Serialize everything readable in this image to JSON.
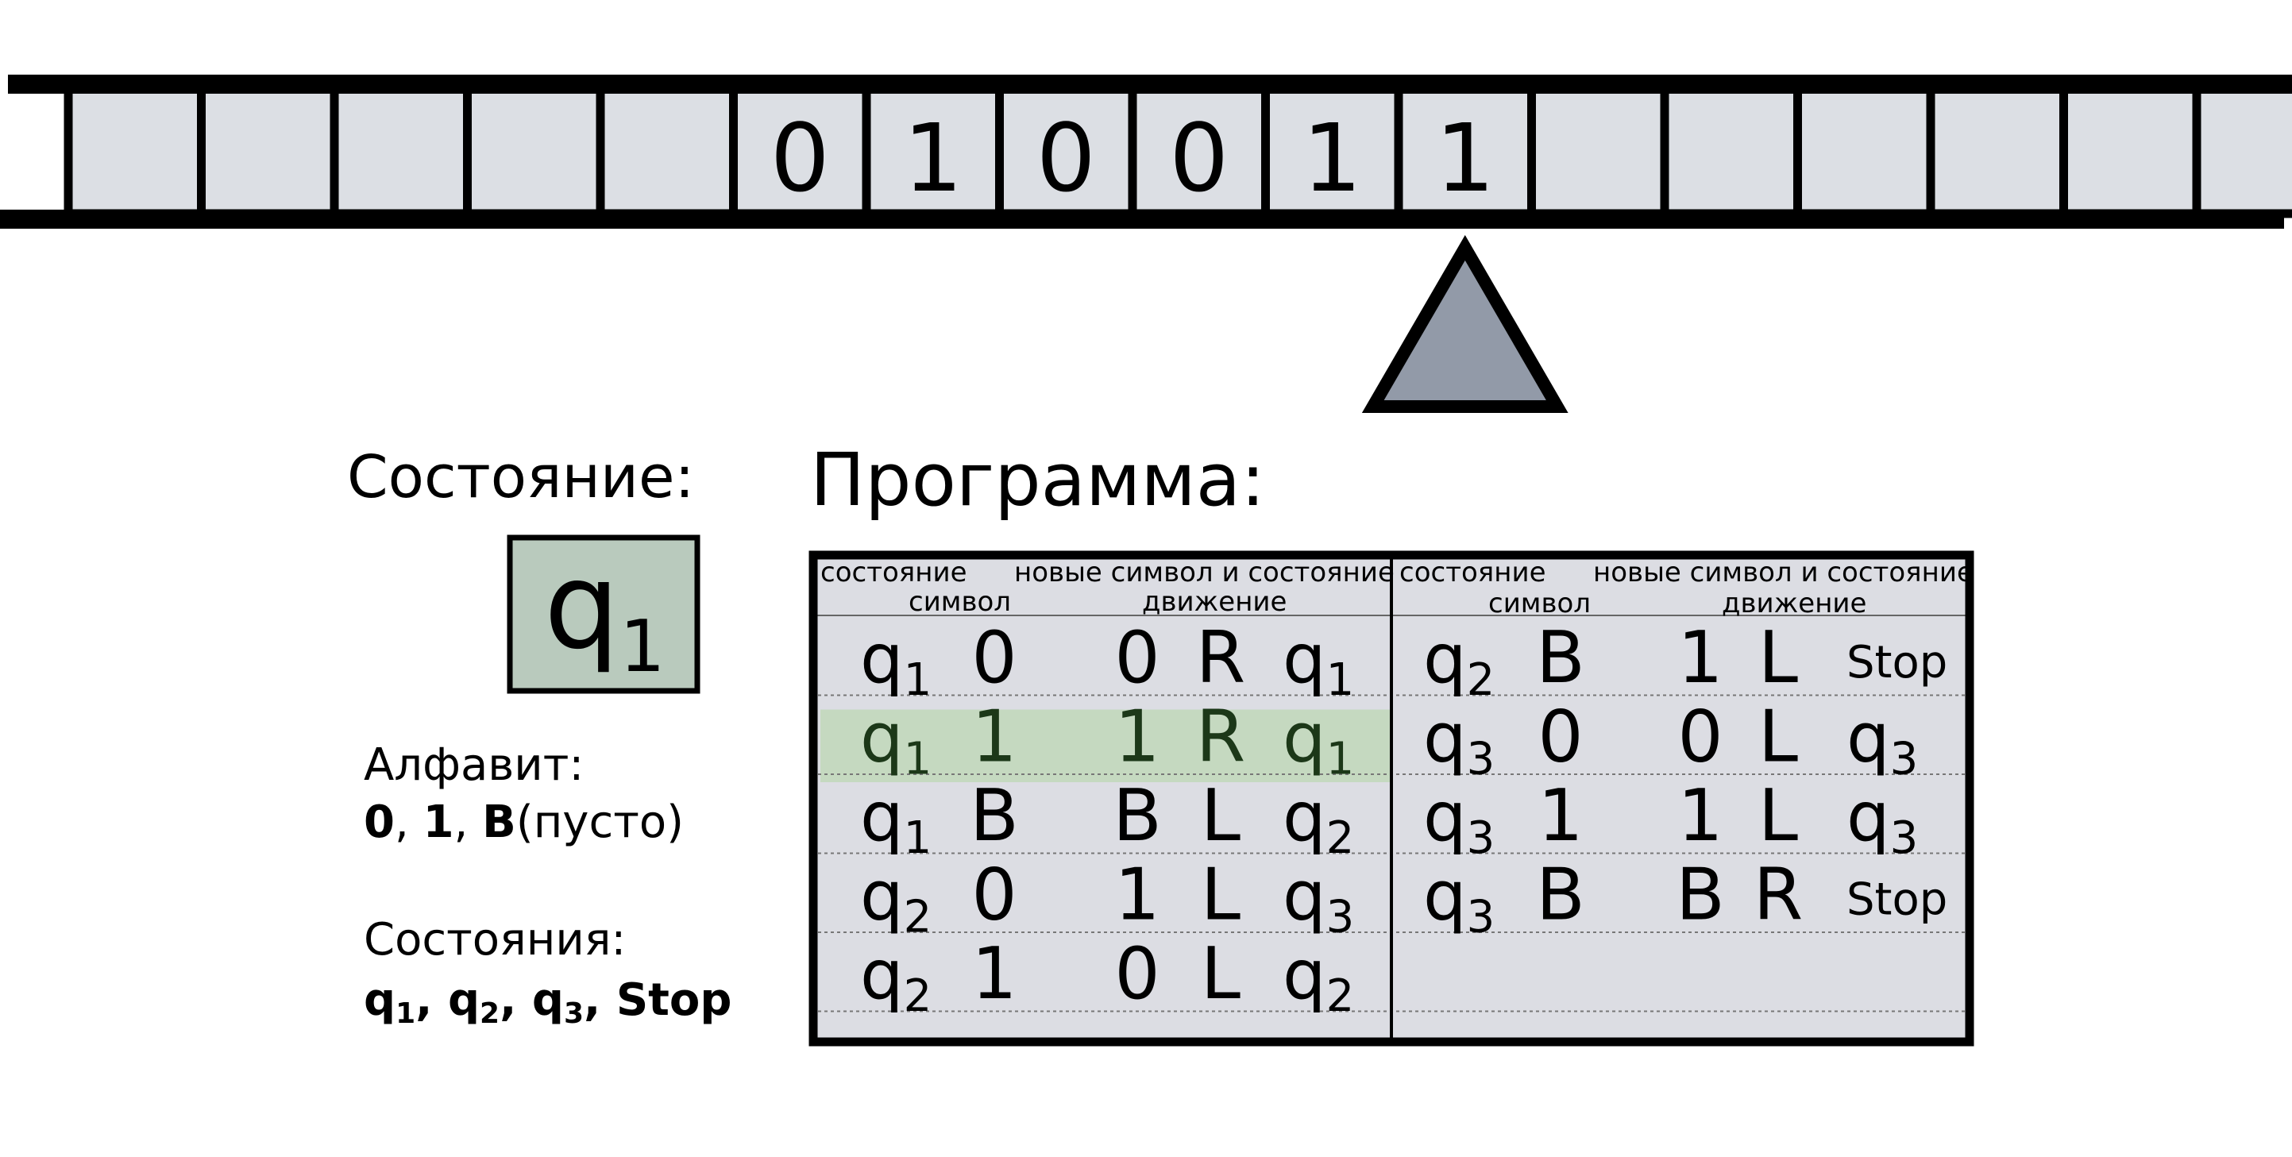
{
  "tape": {
    "cells": [
      "",
      "",
      "",
      "",
      "",
      "0",
      "1",
      "0",
      "0",
      "1",
      "1",
      "",
      "",
      "",
      "",
      "",
      ""
    ],
    "head_index": 10
  },
  "state_panel": {
    "title": "Состояние:",
    "current_state": {
      "base": "q",
      "sub": "1"
    }
  },
  "alphabet": {
    "title": "Алфавит:",
    "symbols": [
      "0",
      "1",
      "B"
    ],
    "blank_note": "(пусто)"
  },
  "states_info": {
    "title": "Состояния:",
    "items": [
      {
        "base": "q",
        "sub": "1"
      },
      {
        "base": "q",
        "sub": "2"
      },
      {
        "base": "q",
        "sub": "3"
      },
      {
        "base": "Stop",
        "sub": ""
      }
    ]
  },
  "program": {
    "title": "Программа:",
    "headers": {
      "state": "состояние",
      "symbol": "символ",
      "new_symbol_and_state": "новые символ и состояние",
      "move": "движение"
    },
    "highlight_color": "#c5d9c0",
    "left": [
      {
        "state": "1",
        "read": "0",
        "write": "0",
        "move": "R",
        "next": {
          "base": "q",
          "sub": "1"
        },
        "active": false
      },
      {
        "state": "1",
        "read": "1",
        "write": "1",
        "move": "R",
        "next": {
          "base": "q",
          "sub": "1"
        },
        "active": true
      },
      {
        "state": "1",
        "read": "B",
        "write": "B",
        "move": "L",
        "next": {
          "base": "q",
          "sub": "2"
        },
        "active": false
      },
      {
        "state": "2",
        "read": "0",
        "write": "1",
        "move": "L",
        "next": {
          "base": "q",
          "sub": "3"
        },
        "active": false
      },
      {
        "state": "2",
        "read": "1",
        "write": "0",
        "move": "L",
        "next": {
          "base": "q",
          "sub": "2"
        },
        "active": false
      }
    ],
    "right": [
      {
        "state": "2",
        "read": "B",
        "write": "1",
        "move": "L",
        "next": {
          "base": "Stop",
          "sub": ""
        },
        "active": false
      },
      {
        "state": "3",
        "read": "0",
        "write": "0",
        "move": "L",
        "next": {
          "base": "q",
          "sub": "3"
        },
        "active": false
      },
      {
        "state": "3",
        "read": "1",
        "write": "1",
        "move": "L",
        "next": {
          "base": "q",
          "sub": "3"
        },
        "active": false
      },
      {
        "state": "3",
        "read": "B",
        "write": "B",
        "move": "R",
        "next": {
          "base": "Stop",
          "sub": ""
        },
        "active": false
      }
    ]
  },
  "colors": {
    "cell_fill": "#dcdfe4",
    "head_fill": "#929aa8",
    "state_box_fill": "#b9cabd",
    "table_fill": "#dcdde3",
    "active_text": "#1c3818"
  }
}
